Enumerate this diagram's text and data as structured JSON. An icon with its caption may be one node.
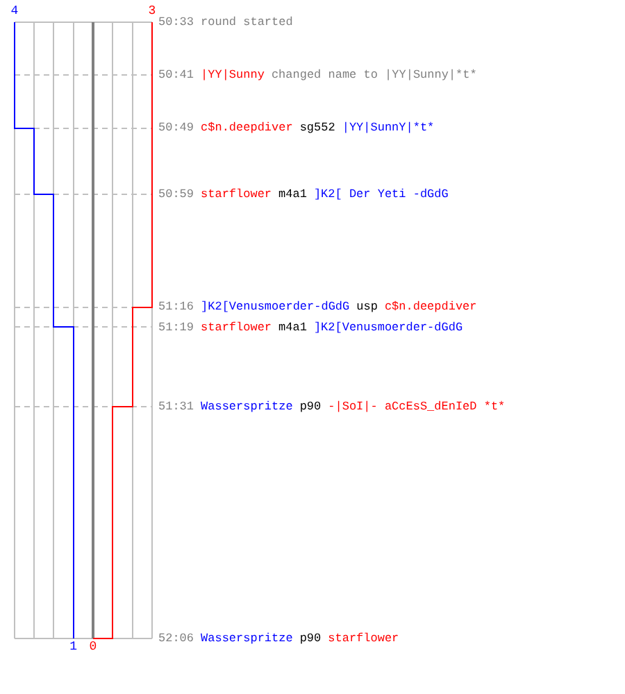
{
  "diagram": {
    "labels": [
      "4",
      "3",
      "50:33",
      "round started",
      "50:41",
      "|YY|Sunny",
      "changed name to |YY|Sunny|*t*",
      "50:49",
      "c$n.deepdiver",
      "sg552",
      "|YY|SunnY|*t*",
      "50:59",
      "starflower",
      "m4a1",
      "]K2[ Der Yeti -dGdG",
      "51:16",
      "]K2[Venusmoerder-dGdG",
      "usp",
      "c$n.deepdiver",
      "51:19",
      "starflower",
      "m4a1",
      "]K2[Venusmoerder-dGdG",
      "51:31",
      "Wasserspritze",
      "p90",
      "-|SoI|- aCcEsS_dEnIeD *t*",
      "52:06",
      "Wasserspritze",
      "p90",
      "starflower",
      "1",
      "0"
    ]
  }
}
